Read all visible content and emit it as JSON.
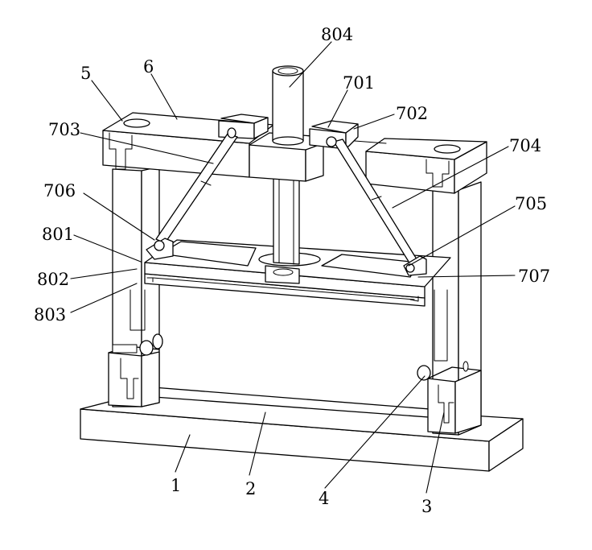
{
  "labels": {
    "l804": "804",
    "l5": "5",
    "l6": "6",
    "l701": "701",
    "l702": "702",
    "l703": "703",
    "l704": "704",
    "l706": "706",
    "l705": "705",
    "l801": "801",
    "l802": "802",
    "l707": "707",
    "l803": "803",
    "l1": "1",
    "l2": "2",
    "l4": "4",
    "l3": "3"
  }
}
